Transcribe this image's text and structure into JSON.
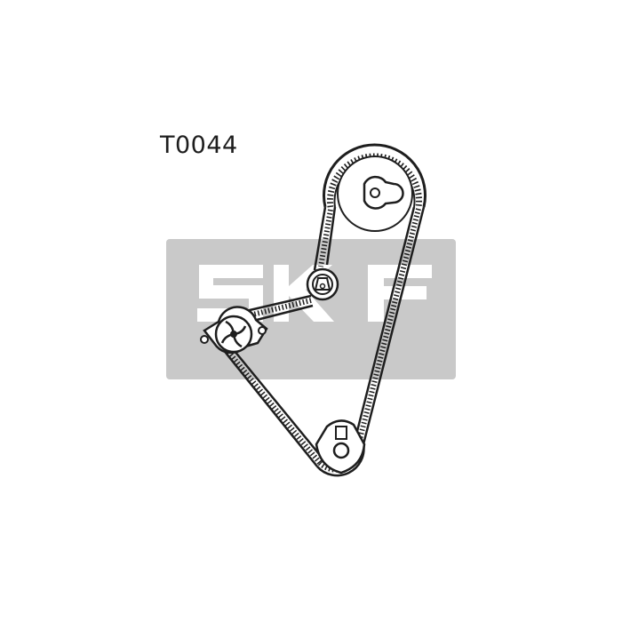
{
  "part_number": "T0044",
  "watermark": {
    "text": "SKF",
    "band_color": "#c9c9c9",
    "letter_color": "#ffffff"
  },
  "drawing": {
    "line_color": "#1e1e1e",
    "background": "#ffffff",
    "components": [
      "camshaft-pulley",
      "tensioner-pulley",
      "idler-pulley",
      "crankshaft-pulley",
      "timing-belt"
    ]
  }
}
